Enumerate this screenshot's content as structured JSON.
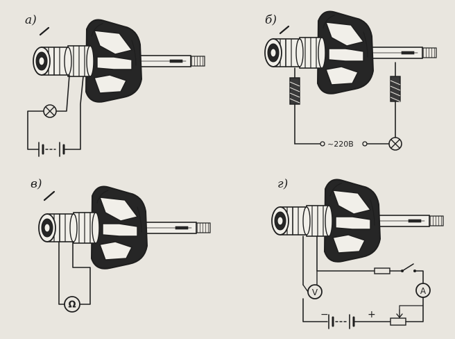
{
  "panels": {
    "a": {
      "label": "а)"
    },
    "b": {
      "label": "б)",
      "voltage": "~220В"
    },
    "v": {
      "label": "в)",
      "ohm_symbol": "Ω"
    },
    "g": {
      "label": "г)",
      "voltmeter_symbol": "V",
      "ammeter_symbol": "A",
      "minus": "−",
      "plus": "+"
    }
  },
  "colors": {
    "ink": "#1e1e1e",
    "paper": "#e9e6df"
  }
}
